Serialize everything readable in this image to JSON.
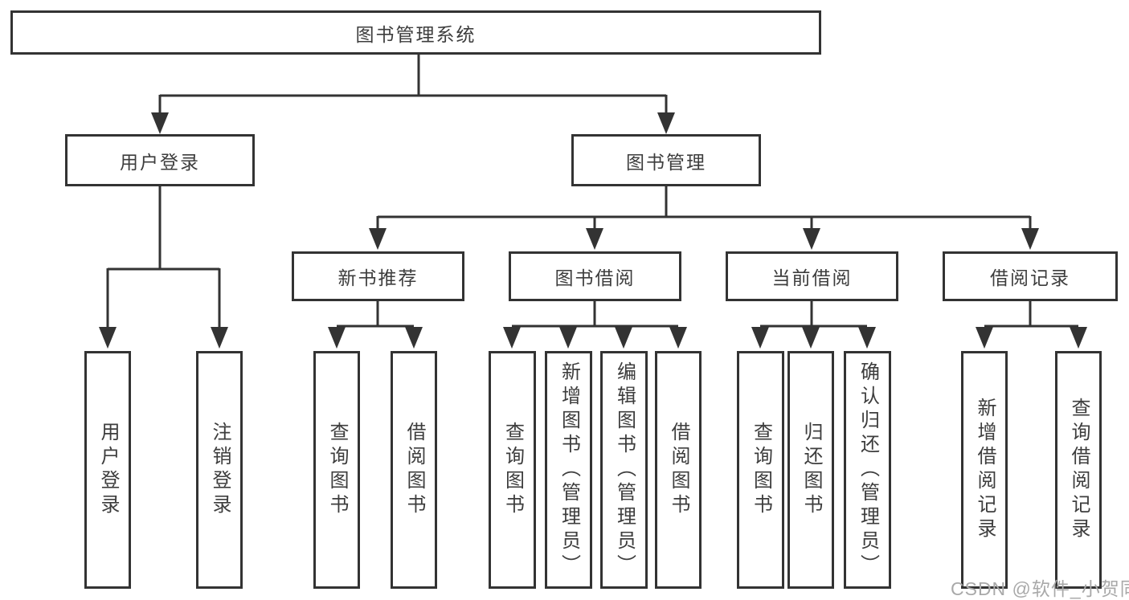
{
  "diagram": {
    "root": {
      "label": "图书管理系统"
    },
    "branches": [
      {
        "label": "用户登录",
        "leaves": [
          {
            "label": "用户登录"
          },
          {
            "label": "注销登录"
          }
        ]
      },
      {
        "label": "图书管理",
        "groups": [
          {
            "label": "新书推荐",
            "leaves": [
              {
                "label": "查询图书"
              },
              {
                "label": "借阅图书"
              }
            ]
          },
          {
            "label": "图书借阅",
            "leaves": [
              {
                "label": "查询图书"
              },
              {
                "label": "新增图书（管理员）"
              },
              {
                "label": "编辑图书（管理员）"
              },
              {
                "label": "借阅图书"
              }
            ]
          },
          {
            "label": "当前借阅",
            "leaves": [
              {
                "label": "查询图书"
              },
              {
                "label": "归还图书"
              },
              {
                "label": "确认归还（管理员）"
              }
            ]
          },
          {
            "label": "借阅记录",
            "leaves": [
              {
                "label": "新增借阅记录"
              },
              {
                "label": "查询借阅记录"
              }
            ]
          }
        ]
      }
    ],
    "watermark": "CSDN @软件_小贺同学",
    "colors": {
      "line": "#333333",
      "box_border": "#333333",
      "box_bg": "#ffffff",
      "text": "#3d3d3d",
      "watermark": "#a9a9a9",
      "page_bg": "#ffffff"
    }
  }
}
